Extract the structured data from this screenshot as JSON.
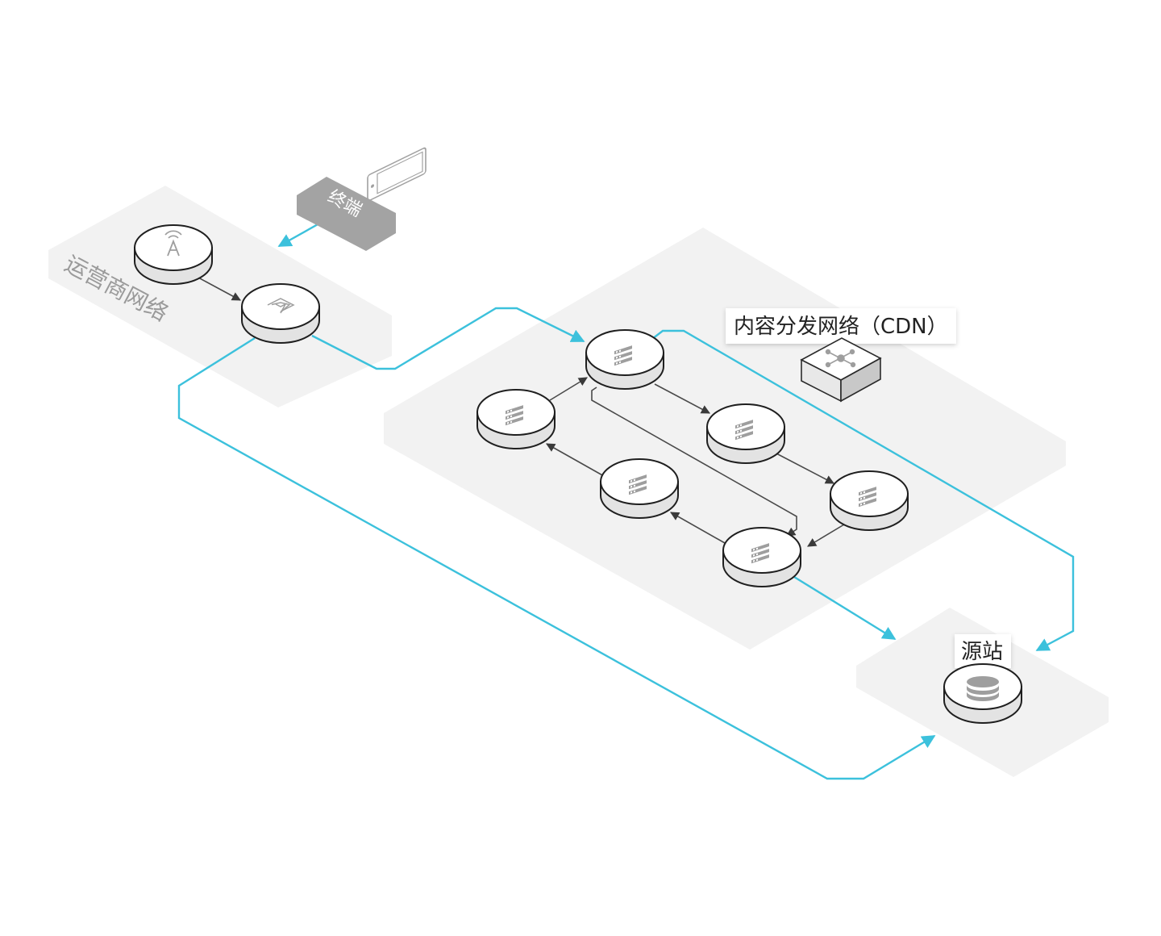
{
  "labels": {
    "terminal": "终端",
    "operator_network": "运营商网络",
    "cdn": "内容分发网络（CDN）",
    "origin": "源站"
  },
  "colors": {
    "flow_line": "#3cc1dc",
    "internal_line": "#4a4a4a",
    "zone_fill": "#f2f2f2",
    "node_top": "#ffffff",
    "node_side": "#e3e3e3",
    "node_stroke": "#1f1f1f",
    "terminal_label_bg": "#a3a3a3",
    "icon_gray": "#9e9e9e"
  },
  "nodes": [
    {
      "id": "base-station",
      "icon": "antenna-icon"
    },
    {
      "id": "gateway",
      "icon": "layers-icon"
    },
    {
      "id": "cdn-edge-1",
      "icon": "server-icon"
    },
    {
      "id": "cdn-edge-2",
      "icon": "server-icon"
    },
    {
      "id": "cdn-edge-3",
      "icon": "server-icon"
    },
    {
      "id": "cdn-edge-4",
      "icon": "server-icon"
    },
    {
      "id": "cdn-edge-5",
      "icon": "server-icon"
    },
    {
      "id": "cdn-edge-6",
      "icon": "server-icon"
    },
    {
      "id": "origin-server",
      "icon": "database-icon"
    }
  ]
}
